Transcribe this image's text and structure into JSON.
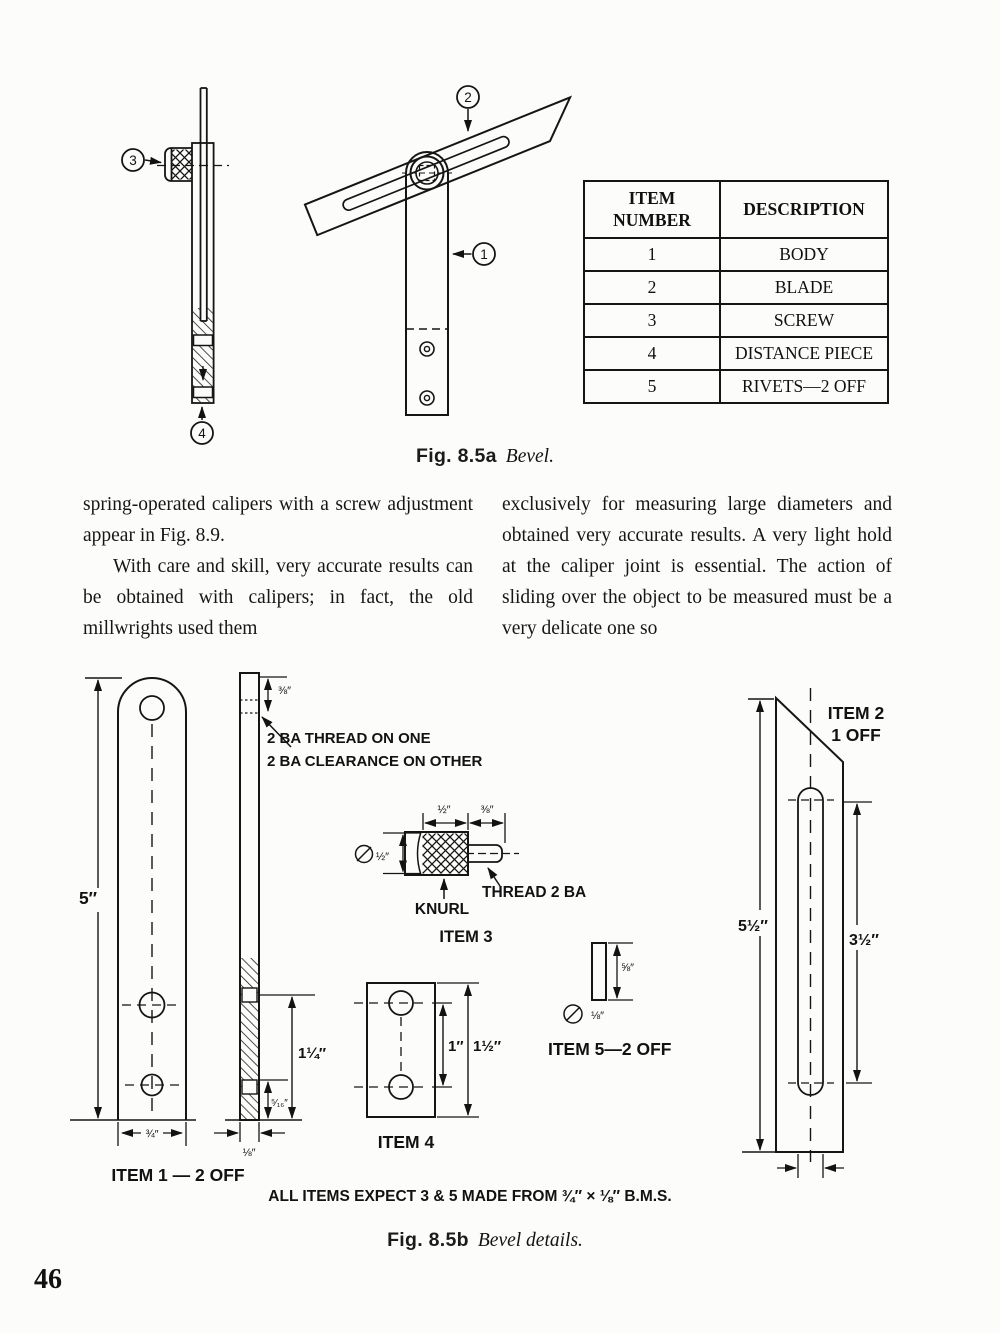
{
  "page": {
    "number": "46"
  },
  "fig_a": {
    "caption_bold": "Fig. 8.5a",
    "caption_italic": "Bevel.",
    "callouts": {
      "c1": "1",
      "c2": "2",
      "c3": "3",
      "c4": "4"
    },
    "table": {
      "header_item_line1": "ITEM",
      "header_item_line2": "NUMBER",
      "header_description": "DESCRIPTION",
      "rows": [
        {
          "num": "1",
          "desc": "BODY"
        },
        {
          "num": "2",
          "desc": "BLADE"
        },
        {
          "num": "3",
          "desc": "SCREW"
        },
        {
          "num": "4",
          "desc": "DISTANCE PIECE"
        },
        {
          "num": "5",
          "desc": "RIVETS—2 OFF"
        }
      ]
    }
  },
  "body_text": {
    "left_p1": "spring-operated calipers with a screw adjustment appear in Fig. 8.9.",
    "left_p2": "With care and skill, very accurate results can be obtained with calipers; in fact, the old millwrights used them",
    "right_p1": "exclusively for measuring large diameters and obtained very accurate results. A very light hold at the caliper joint is essential. The action of sliding over the object to be measured must be a very delicate one so"
  },
  "fig_b": {
    "caption_bold": "Fig. 8.5b",
    "caption_italic": "Bevel details.",
    "note": "ALL ITEMS EXPECT 3 & 5 MADE FROM ¾″ × ⅛″ B.M.S.",
    "item1": {
      "label": "ITEM 1 — 2 OFF",
      "dim_length": "5″",
      "dim_width": "¾″",
      "dim_top_hole": "⅜″",
      "dim_lower": "1¼″",
      "dim_rivet_offset": "⁵⁄₁₆″",
      "dim_thickness": "⅛″",
      "note_line1": "2 BA THREAD ON ONE",
      "note_line2": "2 BA CLEARANCE ON OTHER"
    },
    "item2": {
      "label_line1": "ITEM 2",
      "label_line2": "1 OFF",
      "dim_length": "5½″",
      "dim_slot": "3½″"
    },
    "item3": {
      "label": "ITEM 3",
      "knurl": "KNURL",
      "thread": "THREAD 2 BA",
      "dim_head": "½″",
      "dim_shank": "⅜″",
      "dim_diameter": "½″"
    },
    "item4": {
      "label": "ITEM 4",
      "dim_holes": "1″",
      "dim_length": "1½″"
    },
    "item5": {
      "label": "ITEM 5—2 OFF",
      "dim_length": "⅝″",
      "dim_diameter": "⅛″"
    }
  }
}
